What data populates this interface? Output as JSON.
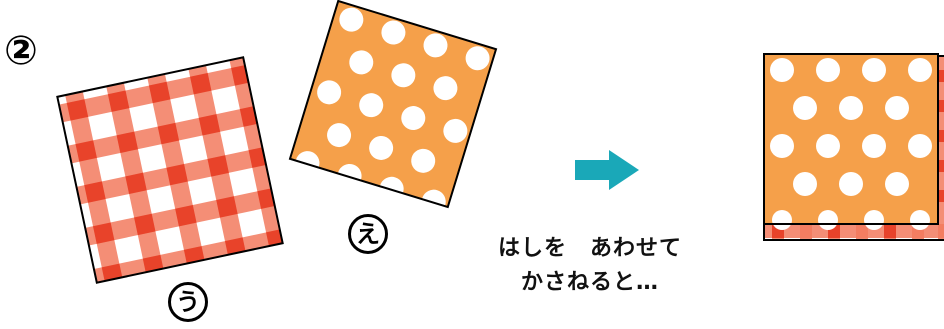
{
  "step": {
    "number": "②"
  },
  "labels": {
    "u": "う",
    "e": "え"
  },
  "caption": {
    "line1": "はしを　あわせて",
    "line2": "かさねると…"
  },
  "colors": {
    "gingham_stripe": "#f27a5e",
    "gingham_cross": "#e8432a",
    "polka_background": "#f5a04a",
    "polka_dot": "#ffffff",
    "arrow": "#1aa8b8",
    "outline": "#000000"
  },
  "icons": {
    "arrow": "right-arrow-icon"
  }
}
